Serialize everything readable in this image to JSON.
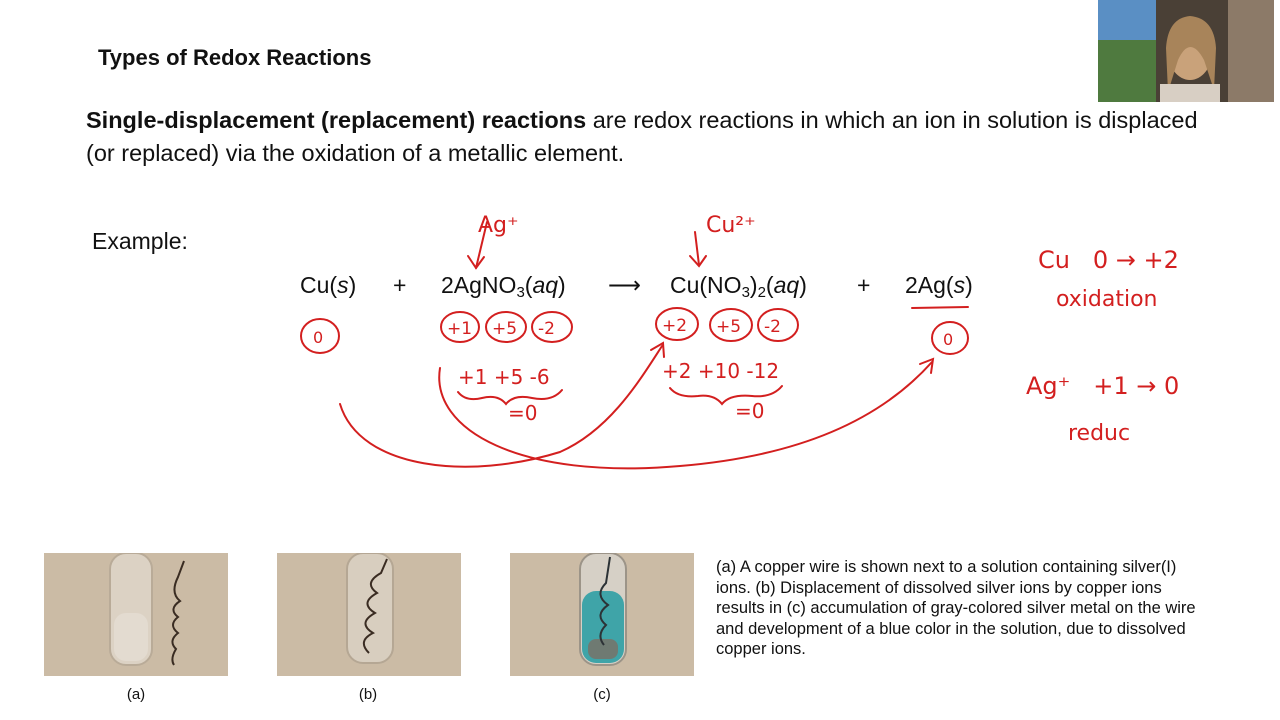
{
  "slide": {
    "title": "Types of Redox Reactions",
    "definition_bold": "Single-displacement (replacement) reactions",
    "definition_rest": " are redox reactions in which an ion in solution is displaced (or replaced) via the oxidation of a metallic element.",
    "example_label": "Example:"
  },
  "equation": {
    "plus": "+",
    "arrow": "⟶"
  },
  "annotations": {
    "ag_plus_top": "Ag⁺",
    "cu_2plus_top": "Cu²⁺",
    "ox_numbers_reactant": [
      "+1",
      "+5",
      "-2"
    ],
    "ox_numbers_product": [
      "+2",
      "+5",
      "-2"
    ],
    "cu_zero": "0",
    "ag_zero": "0",
    "reactant_sum": "+1 +5 -6",
    "reactant_total": "=0",
    "product_sum": "+2 +10 -12",
    "product_total": "=0",
    "cu_change": "Cu   0 → +2",
    "cu_process": "oxidation",
    "ag_change": "Ag⁺   +1 → 0",
    "ag_process": "reduc",
    "ink_color": "#d31f1f"
  },
  "figure": {
    "labels": [
      "(a)",
      "(b)",
      "(c)"
    ],
    "caption": "(a) A copper wire is shown next to a solution containing silver(I) ions. (b) Displacement of dissolved silver ions by copper ions results in (c) accumulation of gray-colored silver metal on the wire and development of a blue color in the solution, due to dissolved copper ions."
  }
}
